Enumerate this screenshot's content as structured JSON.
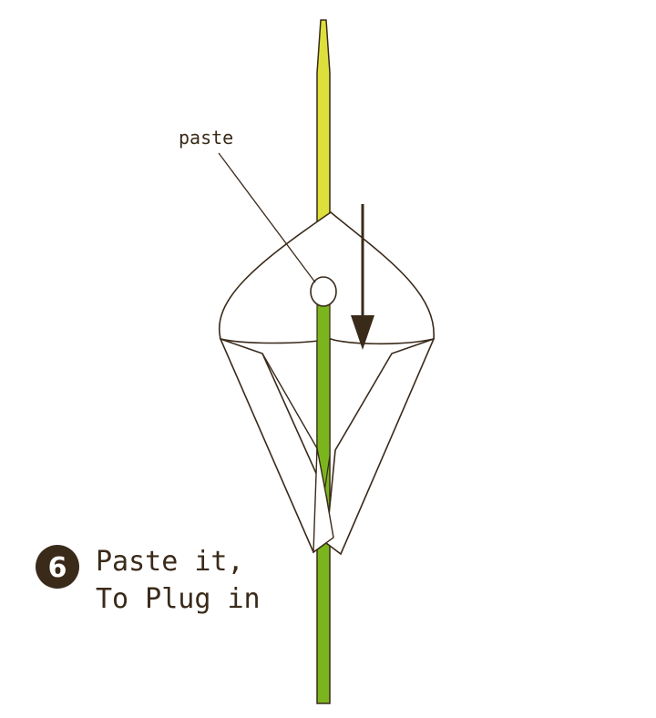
{
  "diagram": {
    "callout": {
      "label": "paste"
    },
    "step": {
      "number": "6",
      "line1": "Paste it,",
      "line2": "To Plug in"
    }
  }
}
